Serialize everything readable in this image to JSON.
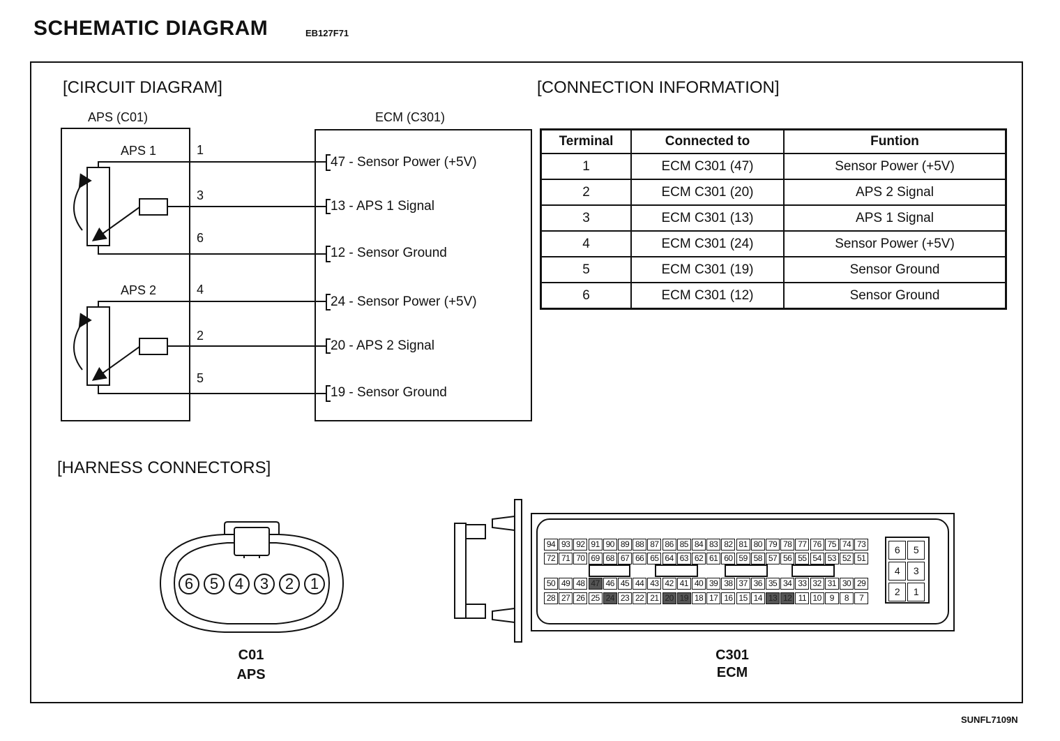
{
  "header": {
    "title": "SCHEMATIC DIAGRAM",
    "code": "EB127F71"
  },
  "footer": {
    "code": "SUNFL7109N"
  },
  "circuit": {
    "section_title": "[CIRCUIT DIAGRAM]",
    "aps_title": "APS (C01)",
    "ecm_title": "ECM (C301)",
    "aps1_label": "APS 1",
    "aps2_label": "APS 2",
    "aps_pins": [
      "1",
      "3",
      "6",
      "4",
      "2",
      "5"
    ],
    "ecm_pins": [
      "47 - Sensor Power (+5V)",
      "13 - APS 1 Signal",
      "12 - Sensor Ground",
      "24 - Sensor Power  (+5V)",
      "20 - APS 2 Signal",
      "19 - Sensor Ground"
    ]
  },
  "connection": {
    "section_title": "[CONNECTION INFORMATION]",
    "headers": [
      "Terminal",
      "Connected to",
      "Funtion"
    ],
    "rows": [
      [
        "1",
        "ECM C301 (47)",
        "Sensor Power (+5V)"
      ],
      [
        "2",
        "ECM C301 (20)",
        "APS 2 Signal"
      ],
      [
        "3",
        "ECM C301 (13)",
        "APS 1 Signal"
      ],
      [
        "4",
        "ECM C301 (24)",
        "Sensor Power (+5V)"
      ],
      [
        "5",
        "ECM C301 (19)",
        "Sensor Ground"
      ],
      [
        "6",
        "ECM C301 (12)",
        "Sensor Ground"
      ]
    ]
  },
  "harness": {
    "section_title": "[HARNESS CONNECTORS]",
    "c01": {
      "code": "C01",
      "name": "APS",
      "pins": [
        "6",
        "5",
        "4",
        "3",
        "2",
        "1"
      ]
    },
    "c301": {
      "code": "C301",
      "name": "ECM",
      "rows": [
        [
          "94",
          "93",
          "92",
          "91",
          "90",
          "89",
          "88",
          "87",
          "86",
          "85",
          "84",
          "83",
          "82",
          "81",
          "80",
          "79",
          "78",
          "77",
          "76",
          "75",
          "74",
          "73"
        ],
        [
          "72",
          "71",
          "70",
          "69",
          "68",
          "67",
          "66",
          "65",
          "64",
          "63",
          "62",
          "61",
          "60",
          "59",
          "58",
          "57",
          "56",
          "55",
          "54",
          "53",
          "52",
          "51"
        ],
        [
          "50",
          "49",
          "48",
          "47",
          "46",
          "45",
          "44",
          "43",
          "42",
          "41",
          "40",
          "39",
          "38",
          "37",
          "36",
          "35",
          "34",
          "33",
          "32",
          "31",
          "30",
          "29"
        ],
        [
          "28",
          "27",
          "26",
          "25",
          "24",
          "23",
          "22",
          "21",
          "20",
          "19",
          "18",
          "17",
          "16",
          "15",
          "14",
          "13",
          "12",
          "11",
          "10",
          "9",
          "8",
          "7"
        ]
      ],
      "dark_pins": [
        "47",
        "24",
        "20",
        "19",
        "13",
        "12"
      ],
      "side_pins": [
        [
          "6",
          "5"
        ],
        [
          "4",
          "3"
        ],
        [
          "2",
          "1"
        ]
      ]
    }
  }
}
